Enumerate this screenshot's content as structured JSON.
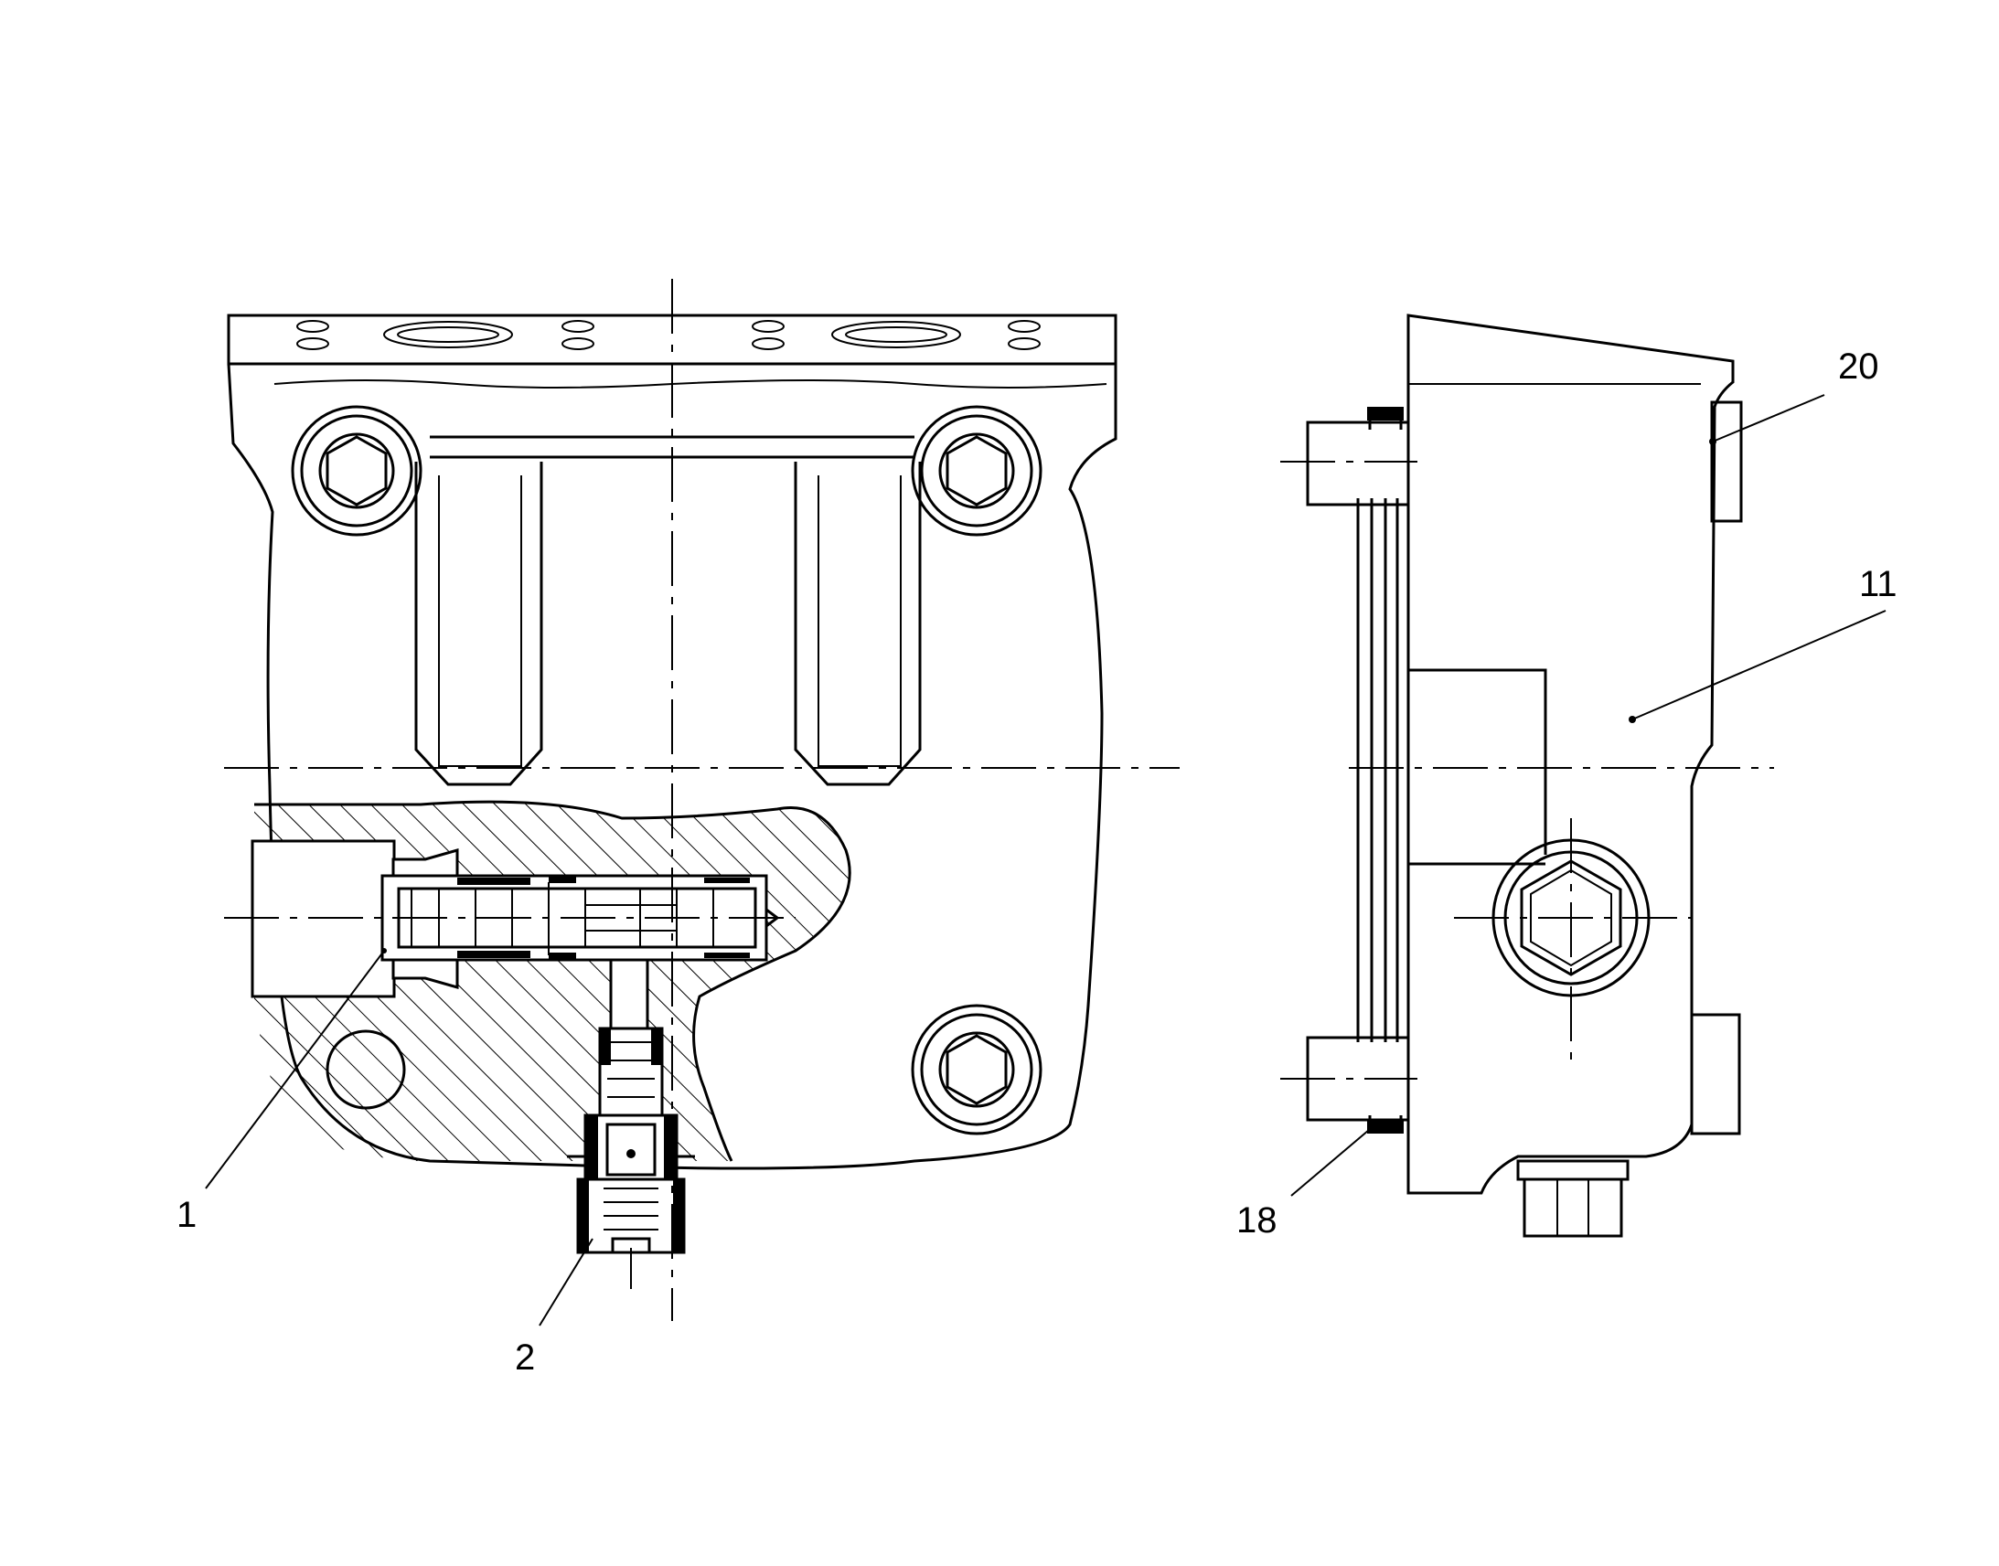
{
  "figure": {
    "callouts": [
      {
        "id": "c1",
        "label": "1"
      },
      {
        "id": "c2",
        "label": "2"
      },
      {
        "id": "c11",
        "label": "11"
      },
      {
        "id": "c18",
        "label": "18"
      },
      {
        "id": "c20",
        "label": "20"
      }
    ]
  }
}
